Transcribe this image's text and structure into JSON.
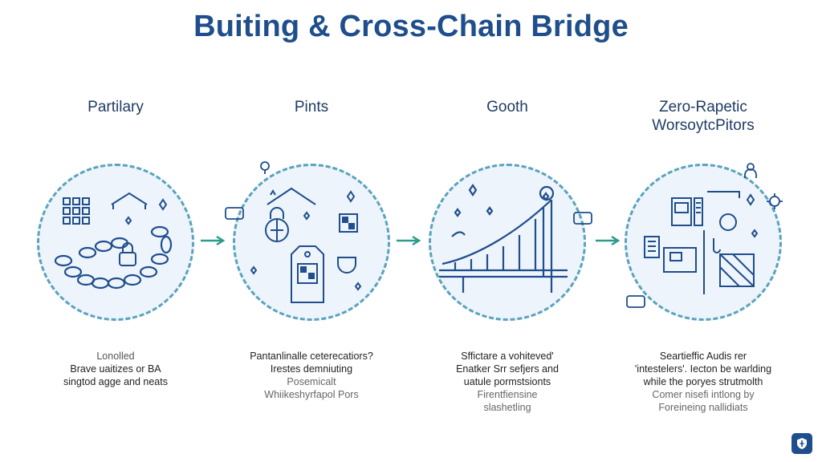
{
  "title": "Buiting & Cross-Chain Bridge",
  "stages": [
    {
      "heading": [
        "Partilary"
      ],
      "lines": [
        {
          "text": "Lonolled",
          "style": "muted"
        },
        {
          "text": "Brave uaitizes or BA",
          "style": "normal"
        },
        {
          "text": "singtod agge and neats",
          "style": "normal"
        }
      ]
    },
    {
      "heading": [
        "Pints"
      ],
      "lines": [
        {
          "text": "Pantanlinalle ceterecatiors?",
          "style": "normal"
        },
        {
          "text": "Irestes demniuting",
          "style": "normal"
        },
        {
          "text": "Posemicalt",
          "style": "muted"
        },
        {
          "text": "Whiikeshyrfapol Pors",
          "style": "muted"
        }
      ]
    },
    {
      "heading": [
        "Gooth"
      ],
      "lines": [
        {
          "text": "Sffictare a vohiteved'",
          "style": "normal"
        },
        {
          "text": "Enatker Srr sefjers and",
          "style": "normal"
        },
        {
          "text": "uatule pormstsionts",
          "style": "normal"
        },
        {
          "text": "Firentfiensine",
          "style": "muted"
        },
        {
          "text": "slashetling",
          "style": "muted"
        }
      ]
    },
    {
      "heading": [
        "Zero-Rapetic",
        "WorsoytcPitors"
      ],
      "lines": [
        {
          "text": "Seartieffic Audis rer",
          "style": "normal"
        },
        {
          "text": "'intestelers'. Iecton be warlding",
          "style": "normal"
        },
        {
          "text": "while the poryes strutmolth",
          "style": "normal"
        },
        {
          "text": "Comer nisefi intlong by",
          "style": "muted"
        },
        {
          "text": "Foreineing nallidiats",
          "style": "muted"
        }
      ]
    }
  ],
  "colors": {
    "title": "#1f4e8c",
    "icon": "#1f4e8c",
    "circle_fill": "#eef4fb",
    "circle_border": "#5aa3bd",
    "arrow": "#2e9a8c"
  }
}
